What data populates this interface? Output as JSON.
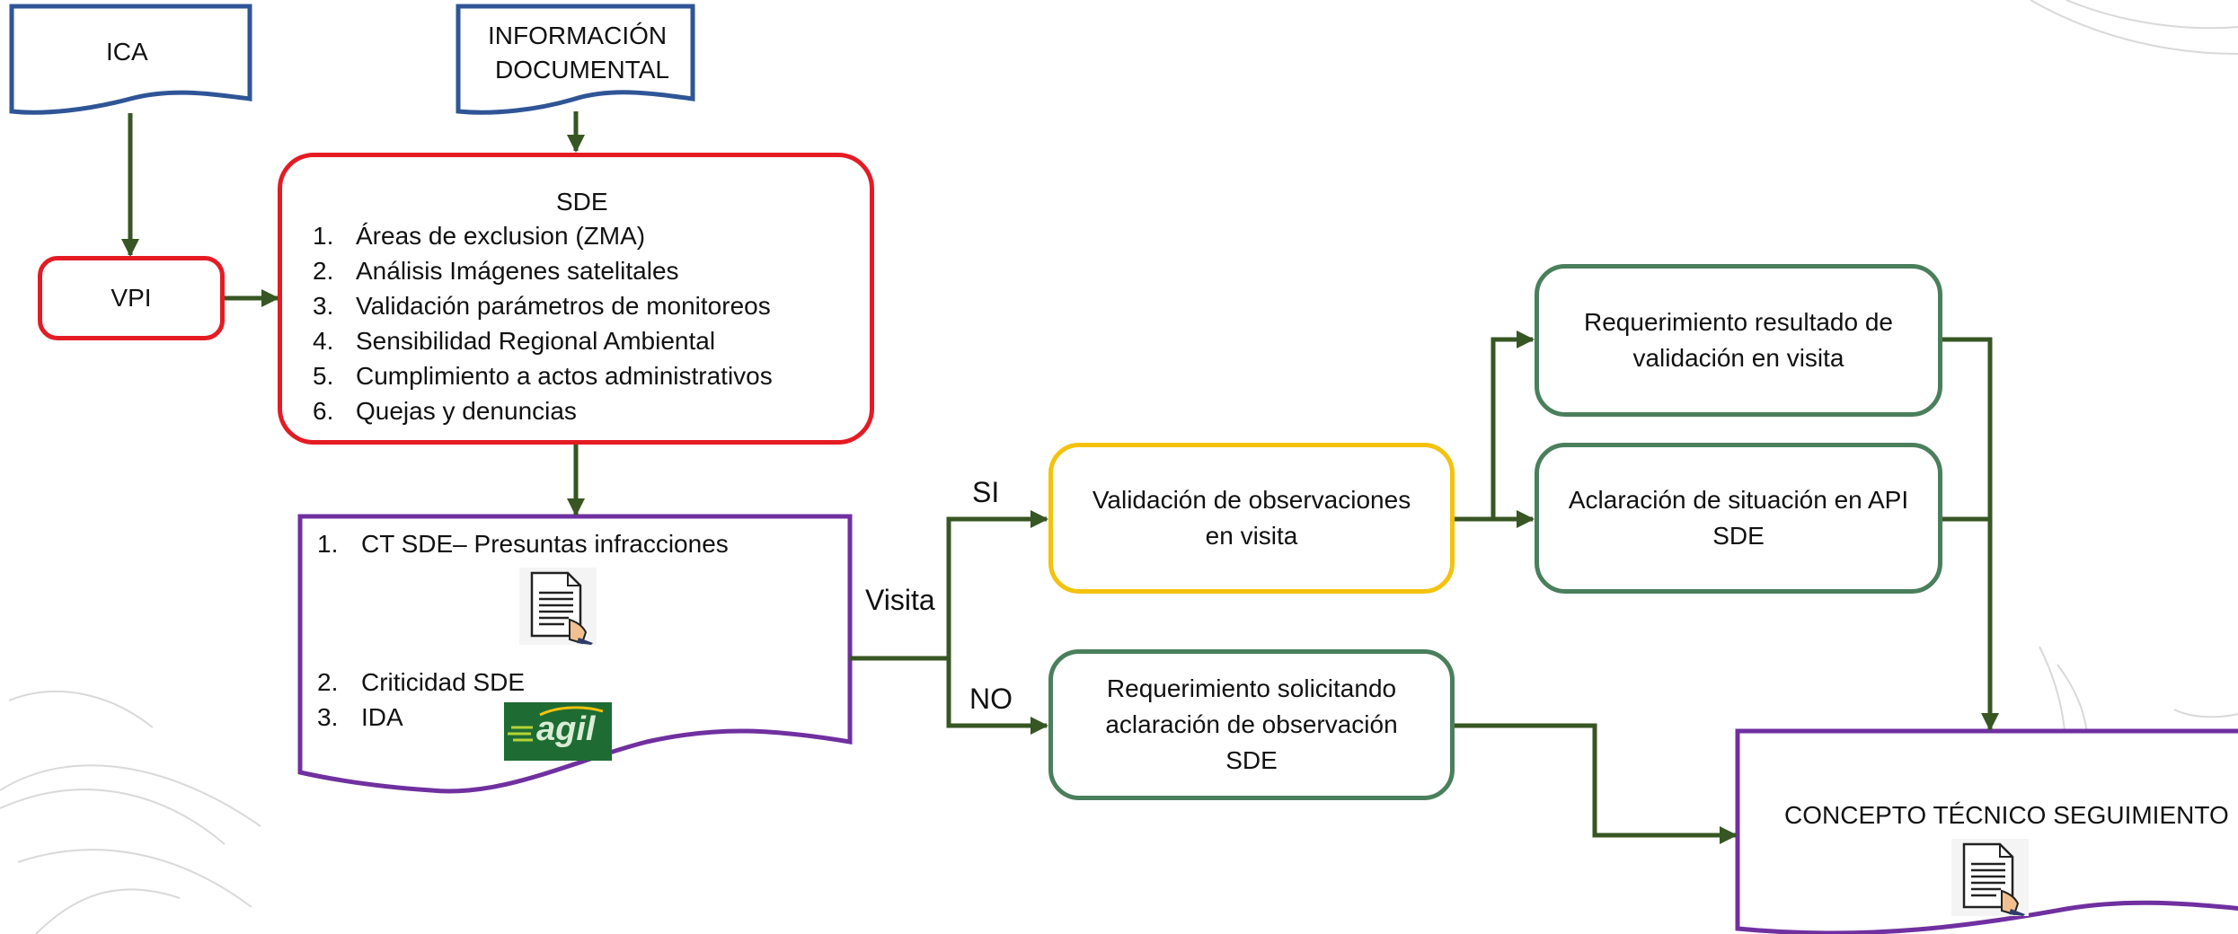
{
  "nodes": {
    "ica": "ICA",
    "info_doc_line1": "INFORMACIÓN",
    "info_doc_line2": "DOCUMENTAL",
    "vpi": "VPI",
    "sde_title": "SDE",
    "sde_items": [
      {
        "num": "1.",
        "text": "Áreas de exclusion (ZMA)"
      },
      {
        "num": "2.",
        "text": "Análisis Imágenes satelitales"
      },
      {
        "num": "3.",
        "text": "Validación parámetros de monitoreos"
      },
      {
        "num": "4.",
        "text": "Sensibilidad Regional Ambiental"
      },
      {
        "num": "5.",
        "text": "Cumplimiento a actos administrativos"
      },
      {
        "num": "6.",
        "text": "Quejas y denuncias"
      }
    ],
    "ct_items": [
      {
        "num": "1.",
        "text": "CT SDE– Presuntas infracciones"
      },
      {
        "num": "2.",
        "text": "Criticidad SDE"
      },
      {
        "num": "3.",
        "text": "IDA"
      }
    ],
    "agil_logo": "agil",
    "validacion_line1": "Validación de observaciones",
    "validacion_line2": "en visita",
    "req_resultado_line1": "Requerimiento resultado de",
    "req_resultado_line2": "validación en visita",
    "aclaracion_line1": "Aclaración de situación en API",
    "aclaracion_line2": "SDE",
    "req_solicitando_line1": "Requerimiento solicitando",
    "req_solicitando_line2": "aclaración de observación",
    "req_solicitando_line3": "SDE",
    "concepto": "CONCEPTO TÉCNICO SEGUIMIENTO"
  },
  "edge_labels": {
    "si": "SI",
    "no": "NO",
    "visita": "Visita"
  },
  "icons": {
    "document_hand": "document-hand-icon",
    "agil": "agil-logo"
  },
  "colors": {
    "blue_border": "#2f5597",
    "red_border": "#e51b24",
    "purple_border": "#7030a0",
    "green_border": "#4a7f5c",
    "yellow_border": "#f4c20d",
    "arrow": "#375623",
    "agil_bg": "#1e6b34"
  }
}
